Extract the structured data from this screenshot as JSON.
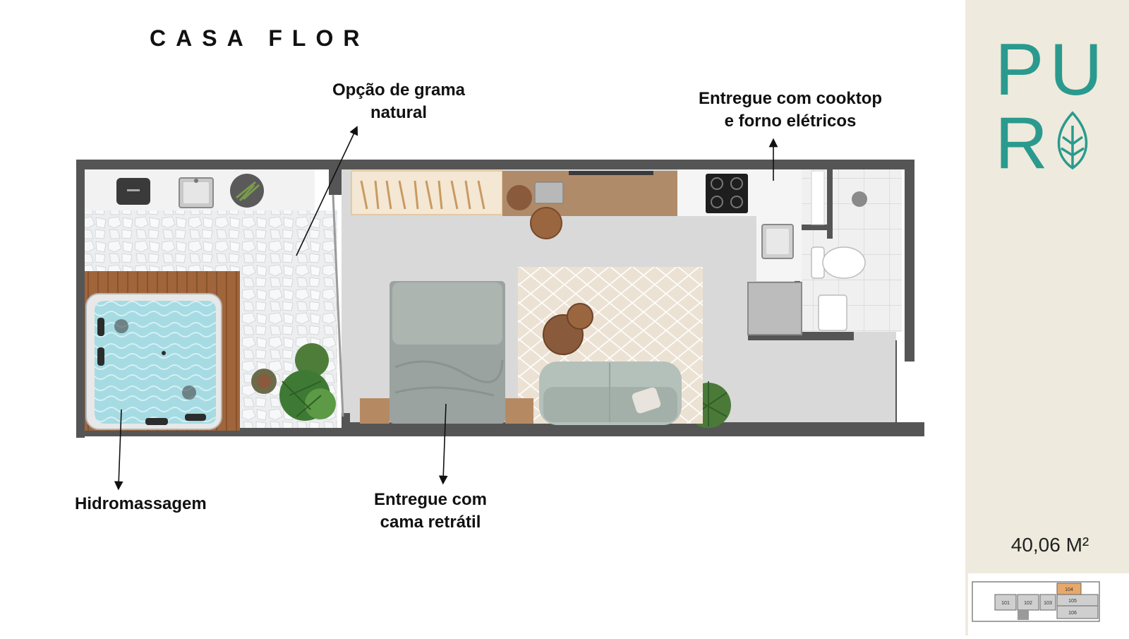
{
  "title": "CASA FLOR",
  "logo": {
    "line1": "PU",
    "line2": "R",
    "icon": "leaf-icon"
  },
  "area": "40,06 M²",
  "annotations": {
    "grama": "Opção de grama natural",
    "cooktop_line1": "Entregue com cooktop",
    "cooktop_line2": "e forno elétricos",
    "hidro": "Hidromassagem",
    "cama_line1": "Entregue com",
    "cama_line2": "cama retrátil"
  },
  "key_plan": {
    "units": [
      "101",
      "102",
      "103",
      "104",
      "105",
      "106"
    ],
    "highlighted": "104",
    "highlight_color": "#e8a86a"
  },
  "colors": {
    "wall": "#555555",
    "panel": "#eeeadd",
    "logo": "#2a9a8e",
    "floor": "#d9d9d9",
    "wood": "#a0653a",
    "water": "#a6dbe3"
  }
}
